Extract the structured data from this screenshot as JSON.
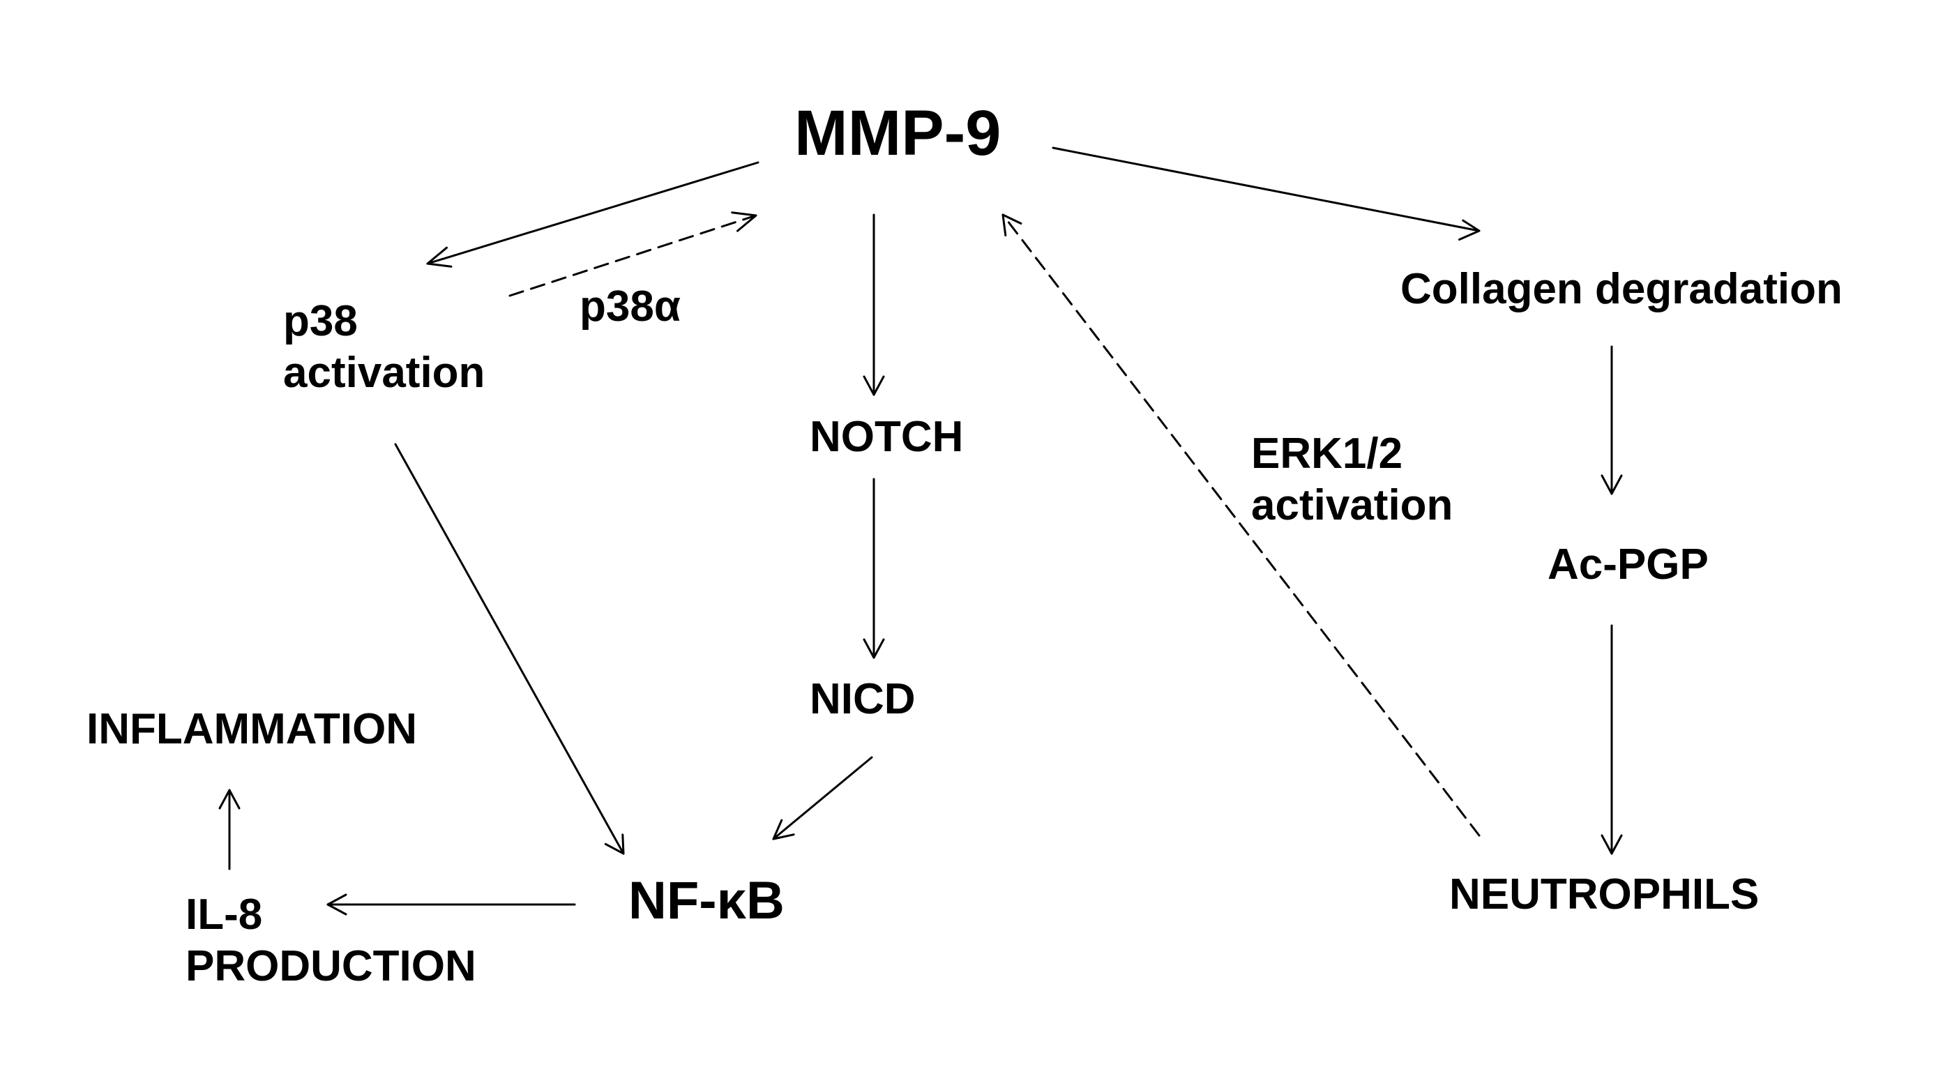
{
  "nodes": {
    "mmp9": "MMP-9",
    "p38_activation": [
      "p38",
      "activation"
    ],
    "p38_alpha": "p38α",
    "notch": "NOTCH",
    "nicd": "NICD",
    "collagen_degradation": "Collagen degradation",
    "erk_activation": [
      "ERK1/2",
      "activation"
    ],
    "ac_pgp": "Ac-PGP",
    "inflammation": "INFLAMMATION",
    "il8_production": [
      "IL-8",
      "PRODUCTION"
    ],
    "nfkb": "NF-κB",
    "neutrophils": "NEUTROPHILS"
  },
  "colors": {
    "stroke": "#000000",
    "text": "#000000",
    "background": "#ffffff"
  }
}
